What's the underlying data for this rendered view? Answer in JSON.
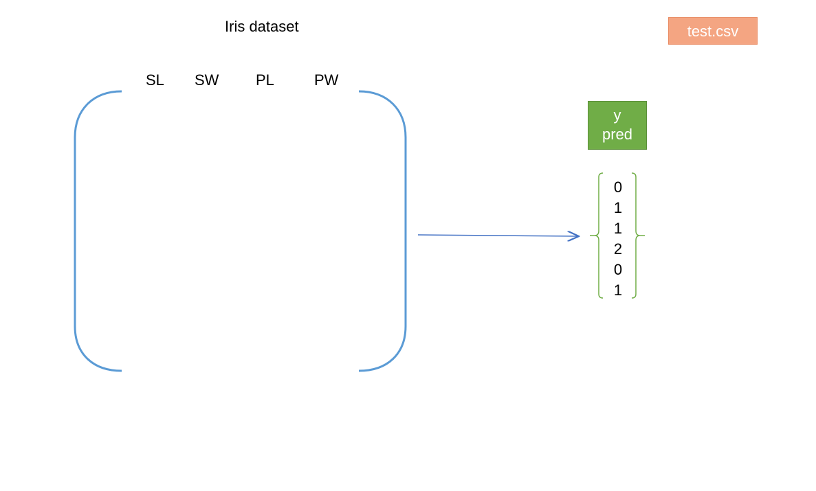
{
  "title": "Iris dataset",
  "file_badge": "test.csv",
  "columns": [
    "SL",
    "SW",
    "PL",
    "PW"
  ],
  "target": {
    "line1": "y",
    "line2": "pred"
  },
  "predictions": [
    "0",
    "1",
    "1",
    "2",
    "0",
    "1"
  ],
  "colors": {
    "matrix_bracket": "#5b9bd5",
    "arrow": "#4472c4",
    "prediction_brace": "#70ad47",
    "target_box": "#70ad47",
    "file_badge": "#f4a582"
  }
}
